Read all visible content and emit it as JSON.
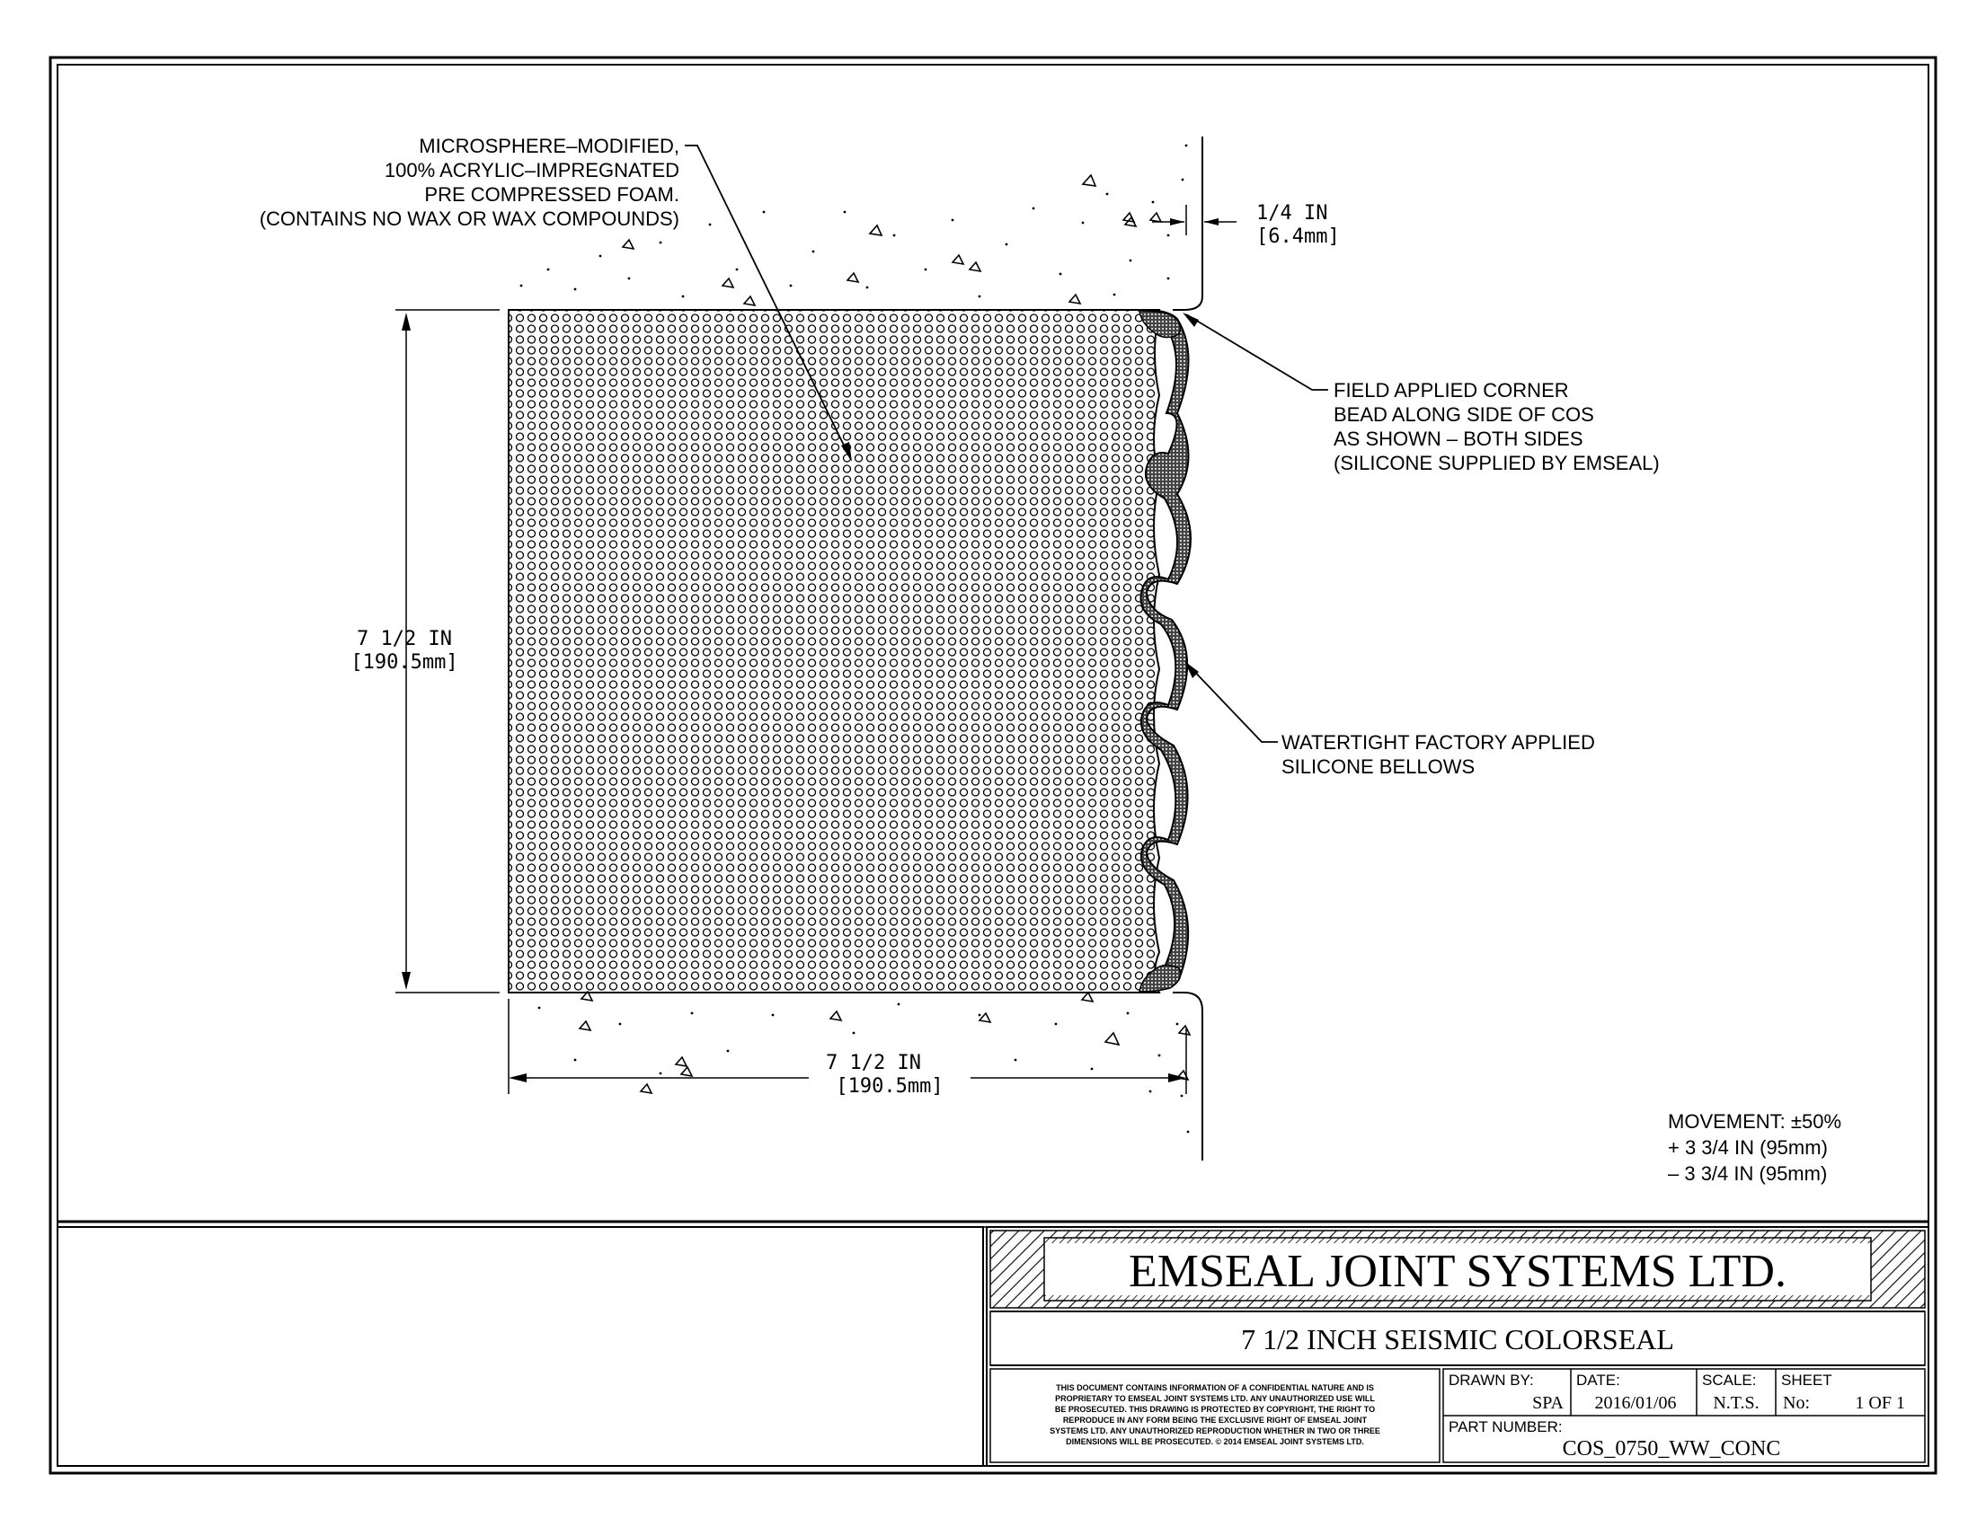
{
  "drawing": {
    "foam_callout": [
      "MICROSPHERE–MODIFIED,",
      "100% ACRYLIC–IMPREGNATED",
      "PRE COMPRESSED FOAM.",
      "(CONTAINS NO WAX OR WAX COMPOUNDS)"
    ],
    "gap_dimension": [
      "1/4 IN",
      "[6.4mm]"
    ],
    "height_dimension": [
      "7 1/2 IN",
      "[190.5mm]"
    ],
    "width_dimension": [
      "7 1/2 IN",
      "[190.5mm]"
    ],
    "corner_bead_callout": [
      "FIELD APPLIED CORNER",
      "BEAD ALONG SIDE OF COS",
      "AS SHOWN – BOTH SIDES",
      "(SILICONE SUPPLIED BY EMSEAL)"
    ],
    "bellows_callout": [
      "WATERTIGHT FACTORY APPLIED",
      "SILICONE BELLOWS"
    ],
    "movement": [
      "MOVEMENT: ±50%",
      "+ 3 3/4 IN (95mm)",
      "– 3 3/4 IN (95mm)"
    ]
  },
  "title_block": {
    "company": "EMSEAL JOINT SYSTEMS LTD.",
    "title": "7 1/2 INCH SEISMIC COLORSEAL",
    "disclaimer": [
      "THIS DOCUMENT CONTAINS INFORMATION OF A CONFIDENTIAL NATURE AND IS",
      "PROPRIETARY TO EMSEAL JOINT SYSTEMS LTD. ANY UNAUTHORIZED USE WILL",
      "BE PROSECUTED. THIS DRAWING IS PROTECTED BY COPYRIGHT, THE RIGHT TO",
      "REPRODUCE IN ANY FORM BEING THE EXCLUSIVE RIGHT OF EMSEAL JOINT",
      "SYSTEMS LTD. ANY UNAUTHORIZED REPRODUCTION WHETHER IN TWO OR THREE",
      "DIMENSIONS WILL BE PROSECUTED. © 2014 EMSEAL JOINT SYSTEMS LTD."
    ],
    "drawn_by_label": "DRAWN BY:",
    "drawn_by": "SPA",
    "date_label": "DATE:",
    "date": "2016/01/06",
    "scale_label": "SCALE:",
    "scale": "N.T.S.",
    "sheet_label": "SHEET",
    "sheet_no_label": "No:",
    "sheet_no": "1 OF 1",
    "part_number_label": "PART NUMBER:",
    "part_number": "COS_0750_WW_CONC"
  }
}
